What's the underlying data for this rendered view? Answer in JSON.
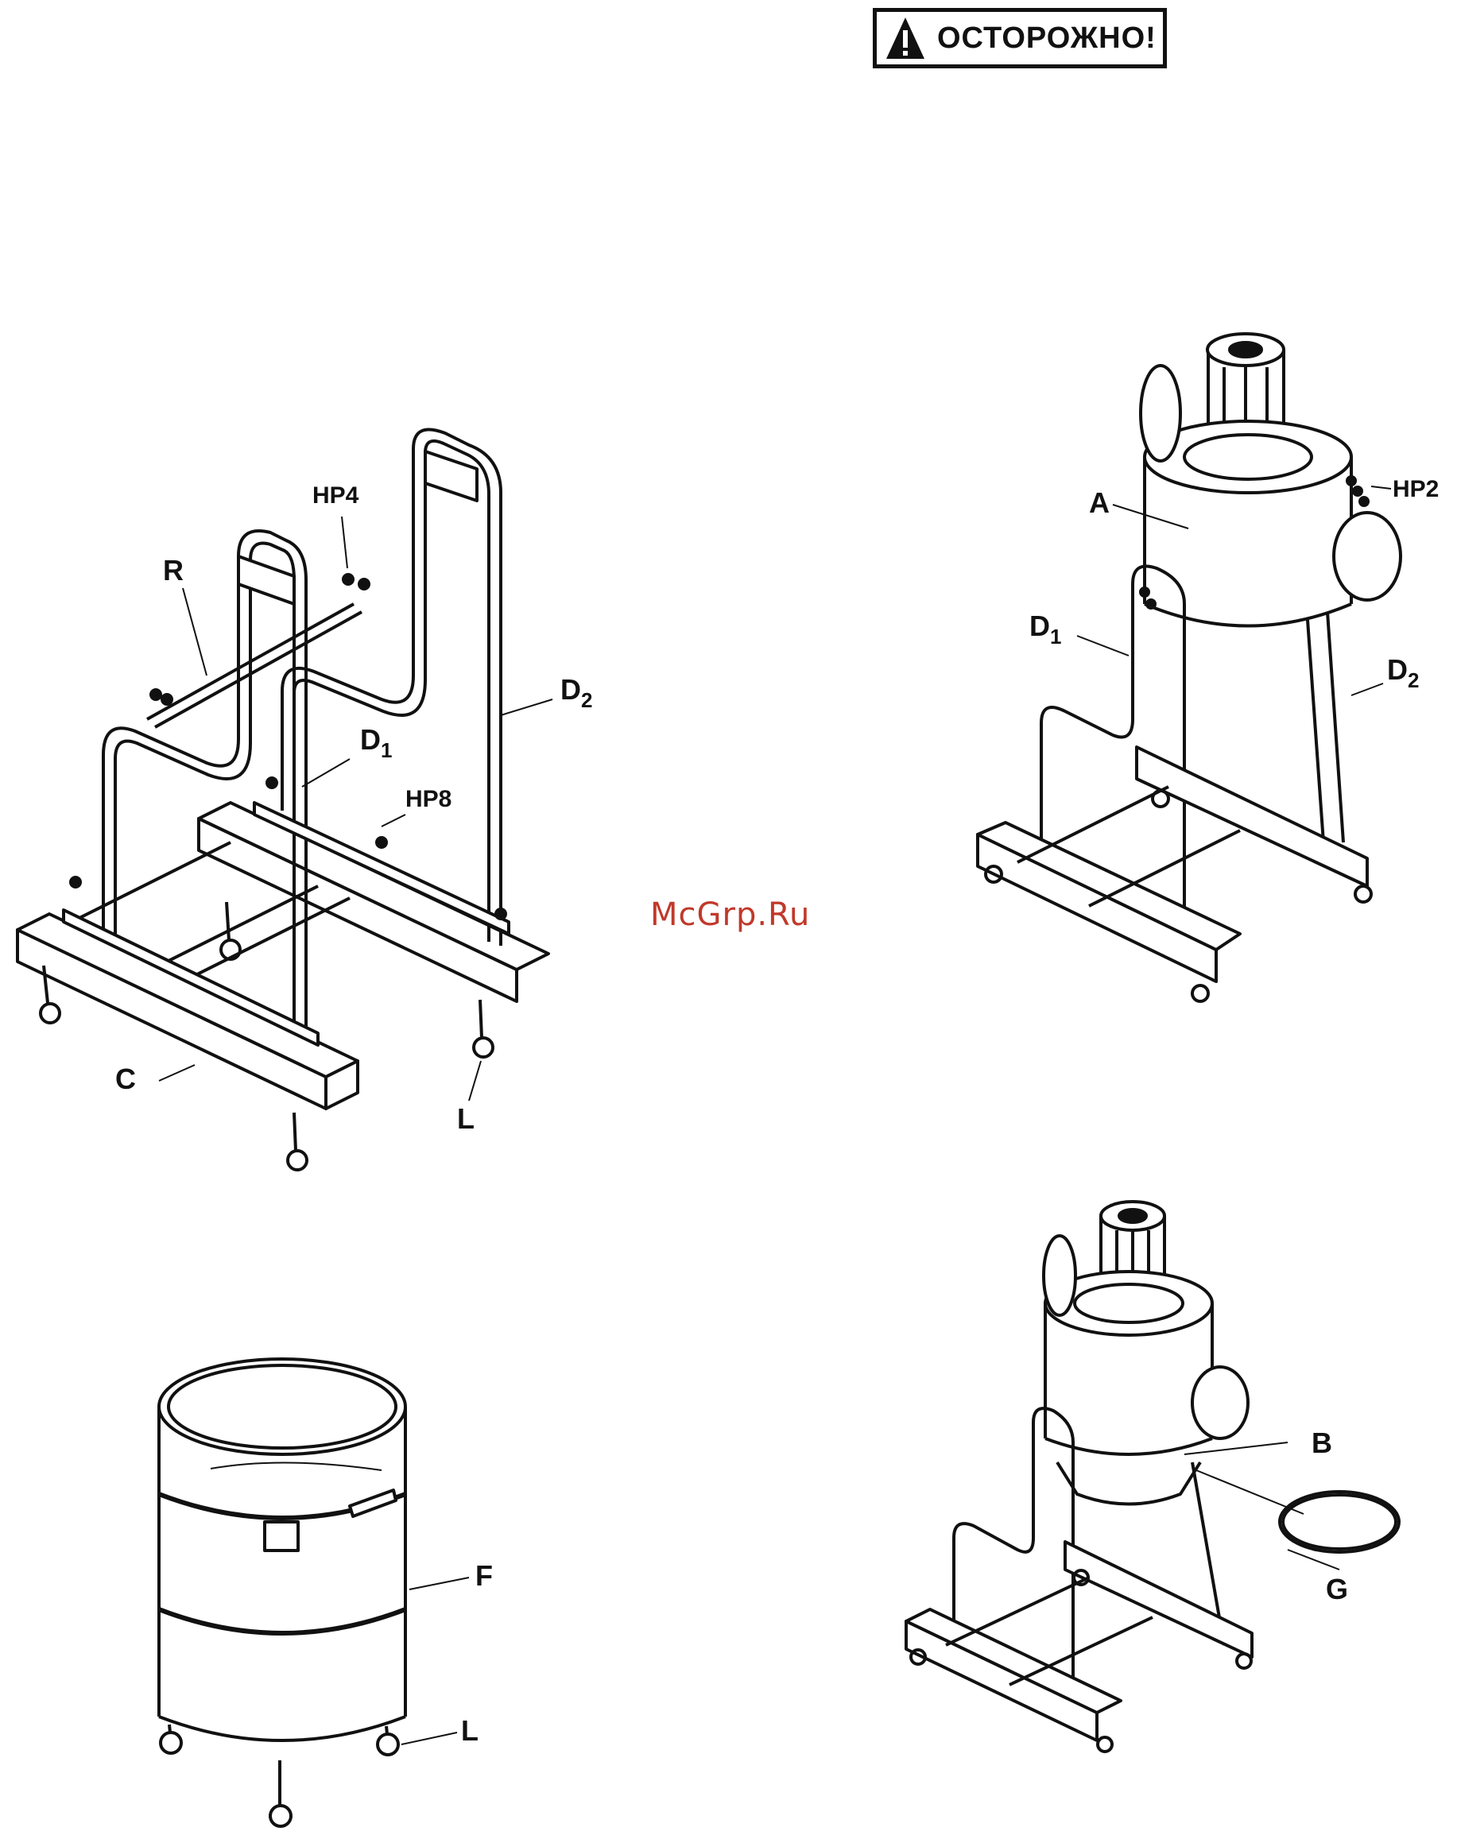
{
  "warning": {
    "text": "ОСТОРОЖНО!"
  },
  "watermark": "McGrp.Ru",
  "figures": {
    "frame": {
      "labels": {
        "hp4": "HP4",
        "r": "R",
        "d2": "D",
        "d2_sub": "2",
        "d1": "D",
        "d1_sub": "1",
        "hp8": "HP8",
        "c": "C",
        "l": "L"
      }
    },
    "motor_mount": {
      "labels": {
        "a": "A",
        "hp2": "HP2",
        "d1": "D",
        "d1_sub": "1",
        "d2": "D",
        "d2_sub": "2"
      }
    },
    "drum": {
      "labels": {
        "f": "F",
        "l": "L"
      }
    },
    "assembled": {
      "labels": {
        "b": "B",
        "g": "G"
      }
    }
  }
}
